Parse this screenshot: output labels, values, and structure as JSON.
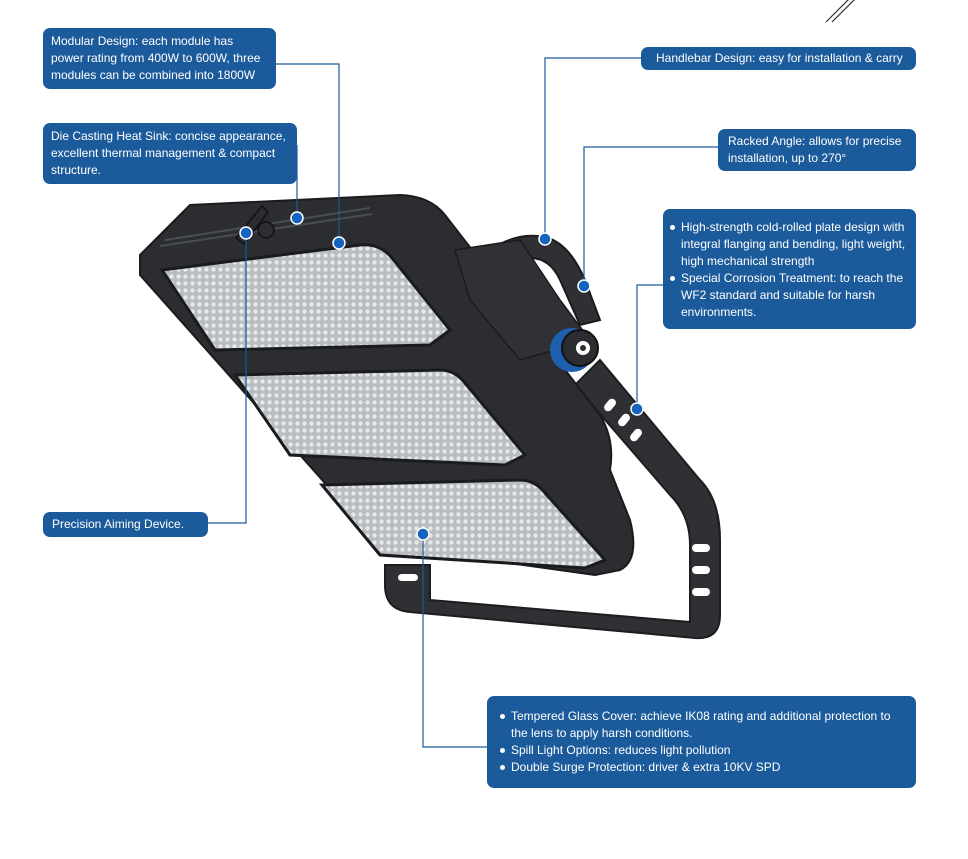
{
  "callouts": {
    "modular": "Modular Design: each module has power rating from 400W to 600W, three modules can be combined into 1800W",
    "heatsink": "Die Casting Heat Sink: concise appearance, excellent thermal management & compact structure.",
    "aiming": "Precision Aiming Device.",
    "handlebar": "Handlebar Design: easy for installation & carry",
    "racked": "Racked Angle: allows for precise installation, up to 270°",
    "plate": [
      "High-strength cold-rolled plate design with integral flanging and bending, light weight, high mechanical strength",
      "Special Corrosion Treatment: to reach the WF2 standard and suitable for harsh environments."
    ],
    "glass": [
      "Tempered Glass Cover: achieve IK08 rating and additional protection to the lens to apply harsh conditions.",
      "Spill Light Options: reduces light pollution",
      "Double Surge Protection: driver & extra 10KV SPD"
    ]
  },
  "colors": {
    "callout_bg": "#1c5b9b",
    "leader_line": "#1c5b9b",
    "marker_dot": "#1565c0",
    "lamp_body": "#2b2d30",
    "led_panel": "#c9ccd0"
  }
}
